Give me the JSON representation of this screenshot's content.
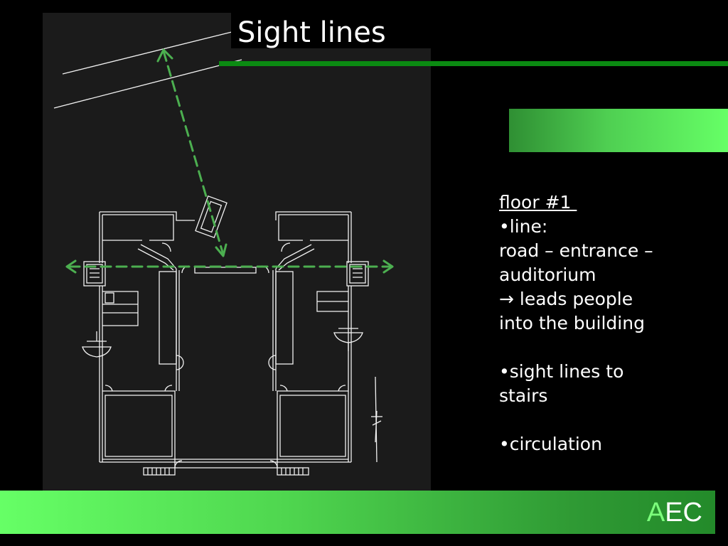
{
  "slide": {
    "title": "Sight lines",
    "notes": {
      "heading": "floor #1 ",
      "lines": [
        "•line:",
        "road – entrance –",
        "auditorium",
        "→ leads people",
        "into the building"
      ],
      "bullet_stairs_1": "•sight lines to",
      "bullet_stairs_2": "stairs",
      "bullet_circulation": "•circulation"
    },
    "footer": {
      "logo_a": "A",
      "logo_ec": "EC"
    }
  },
  "colors": {
    "background": "#000000",
    "panel": "#1b1b1b",
    "accent_green": "#0b8a12",
    "sightline": "#4caf50",
    "plan_lines": "#ffffff"
  }
}
